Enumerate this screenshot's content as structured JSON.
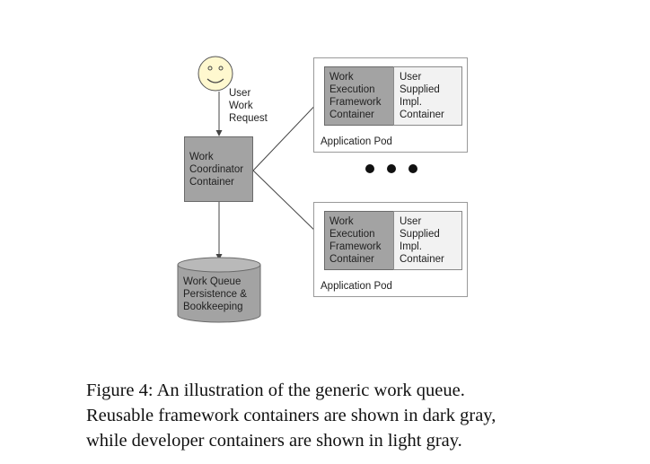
{
  "user": {
    "request_label": [
      "User",
      "Work",
      "Request"
    ]
  },
  "coordinator": {
    "label": [
      "Work",
      "Coordinator",
      "Container"
    ]
  },
  "queue": {
    "label": [
      "Work Queue",
      "Persistence &",
      "Bookkeeping"
    ]
  },
  "pods": [
    {
      "framework_label": [
        "Work",
        "Execution",
        "Framework",
        "Container"
      ],
      "user_impl_label": [
        "User",
        "Supplied",
        "Impl.",
        "Container"
      ],
      "pod_label": "Application Pod"
    },
    {
      "framework_label": [
        "Work",
        "Execution",
        "Framework",
        "Container"
      ],
      "user_impl_label": [
        "User",
        "Supplied",
        "Impl.",
        "Container"
      ],
      "pod_label": "Application Pod"
    }
  ],
  "caption": {
    "lines": [
      "Figure 4:  An illustration of the generic work queue.",
      "Reusable framework containers are shown in dark gray,",
      "while developer containers are shown in light gray."
    ]
  },
  "colors": {
    "framework_dark_gray": "#a3a3a3",
    "developer_light_gray": "#f2f2f2",
    "smiley_face": "#fff8cf"
  }
}
